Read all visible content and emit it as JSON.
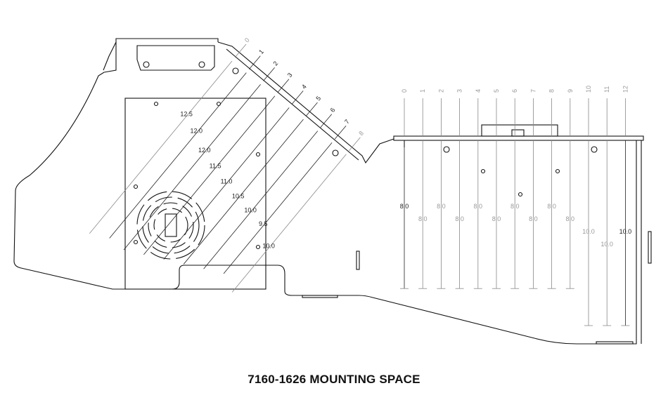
{
  "caption": "7160-1626 MOUNTING SPACE",
  "angled_view": {
    "positions": [
      "0",
      "1",
      "2",
      "3",
      "4",
      "5",
      "6",
      "7",
      "8"
    ],
    "depths": [
      "12.5",
      "12.0",
      "12.0",
      "11.5",
      "11.0",
      "10.5",
      "10.0",
      "9.5",
      "10.0"
    ]
  },
  "flat_view": {
    "positions": [
      "0",
      "1",
      "2",
      "3",
      "4",
      "5",
      "6",
      "7",
      "8",
      "9",
      "10",
      "11",
      "12"
    ],
    "depths": [
      "8.0",
      "8.0",
      "8.0",
      "8.0",
      "8.0",
      "8.0",
      "8.0",
      "8.0",
      "8.0",
      "8.0",
      "10.0",
      "10.0",
      "10.0"
    ]
  }
}
